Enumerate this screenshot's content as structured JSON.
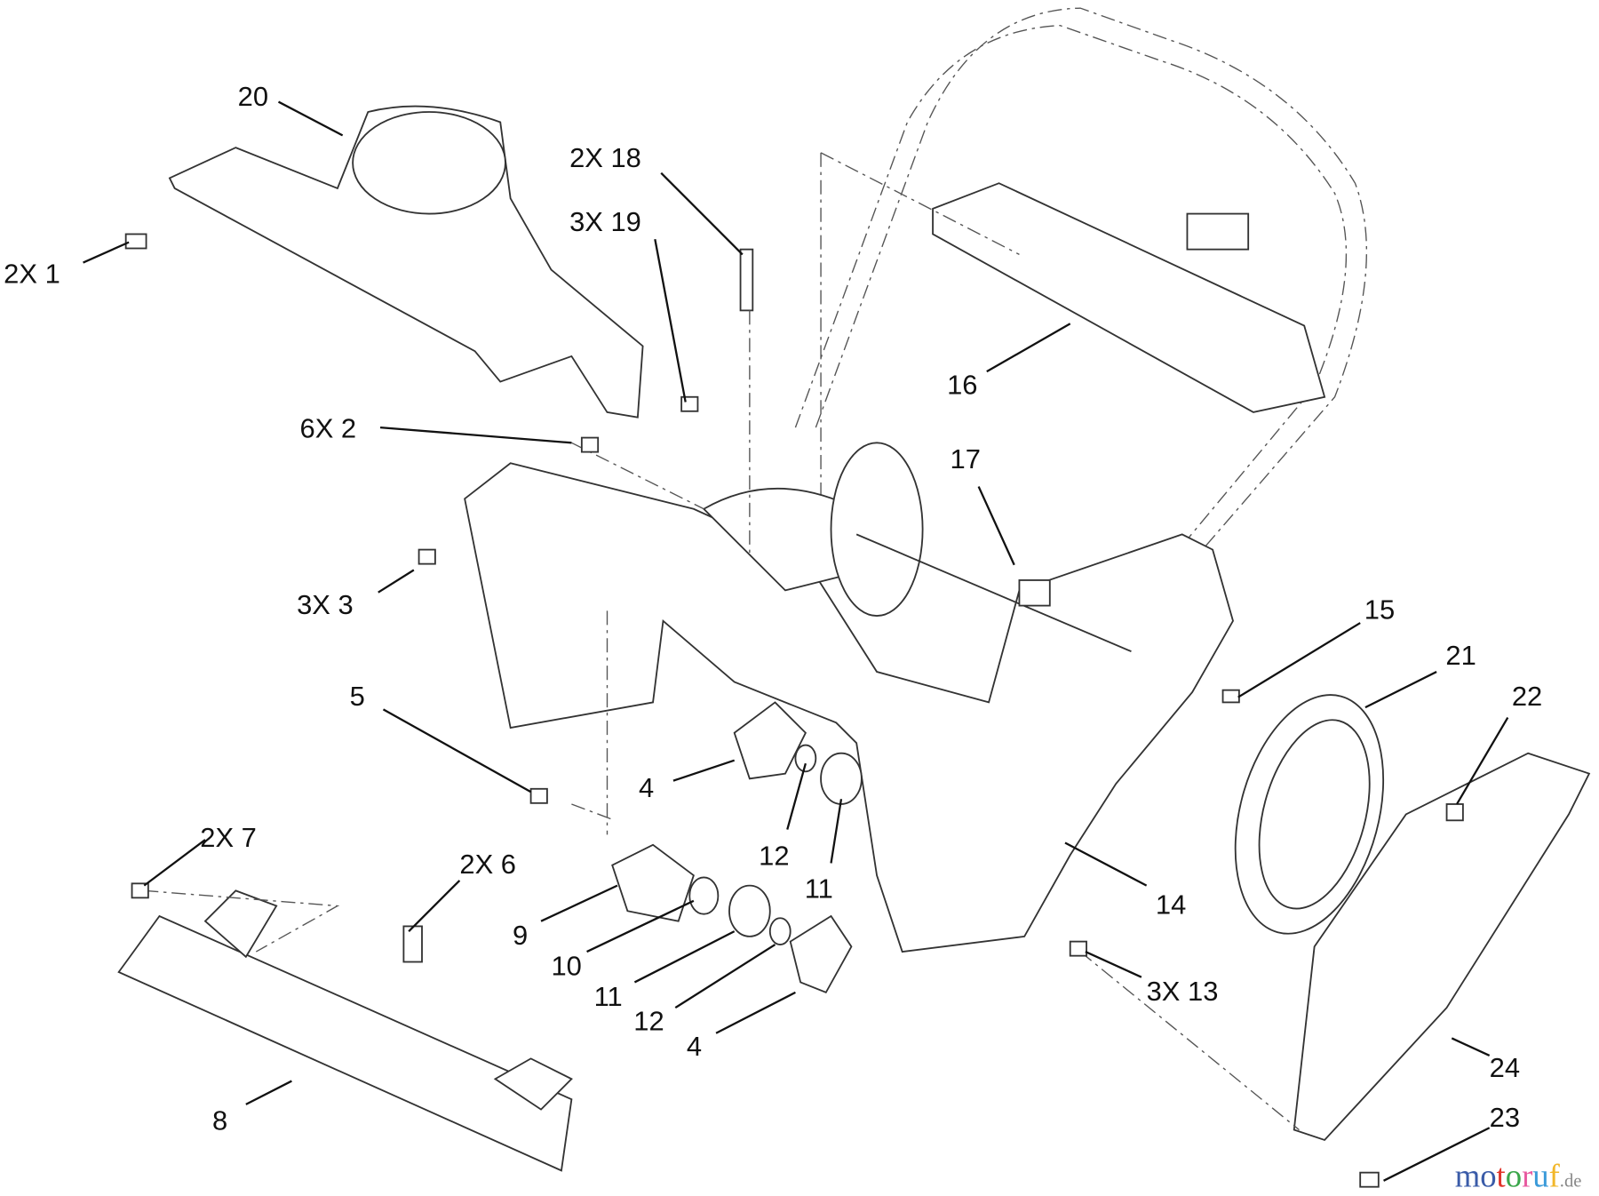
{
  "diagram": {
    "callouts": [
      {
        "id": "c20",
        "text": "20"
      },
      {
        "id": "c1",
        "text": "2X  1"
      },
      {
        "id": "c18",
        "text": "2X  18"
      },
      {
        "id": "c19",
        "text": "3X  19"
      },
      {
        "id": "c2",
        "text": "6X  2"
      },
      {
        "id": "c3",
        "text": "3X  3"
      },
      {
        "id": "c5",
        "text": "5"
      },
      {
        "id": "c4a",
        "text": "4"
      },
      {
        "id": "c12a",
        "text": "12"
      },
      {
        "id": "c11a",
        "text": "11"
      },
      {
        "id": "c7",
        "text": "2X  7"
      },
      {
        "id": "c6",
        "text": "2X  6"
      },
      {
        "id": "c9",
        "text": "9"
      },
      {
        "id": "c10",
        "text": "10"
      },
      {
        "id": "c11b",
        "text": "11"
      },
      {
        "id": "c12b",
        "text": "12"
      },
      {
        "id": "c4b",
        "text": "4"
      },
      {
        "id": "c8",
        "text": "8"
      },
      {
        "id": "c16",
        "text": "16"
      },
      {
        "id": "c17",
        "text": "17"
      },
      {
        "id": "c15",
        "text": "15"
      },
      {
        "id": "c21",
        "text": "21"
      },
      {
        "id": "c22",
        "text": "22"
      },
      {
        "id": "c14",
        "text": "14"
      },
      {
        "id": "c13",
        "text": "3X  13"
      },
      {
        "id": "c24",
        "text": "24"
      },
      {
        "id": "c23",
        "text": "23"
      }
    ],
    "watermark": {
      "m": "m",
      "o1": "o",
      "t": "t",
      "o2": "o",
      "r": "r",
      "u": "u",
      "f": "f",
      "tld": ".de",
      "colors": [
        "#3a5ba8",
        "#3a5ba8",
        "#e0342a",
        "#3aa64a",
        "#e85aa0",
        "#3a9ad9",
        "#f2b72a",
        "#888888"
      ]
    }
  }
}
